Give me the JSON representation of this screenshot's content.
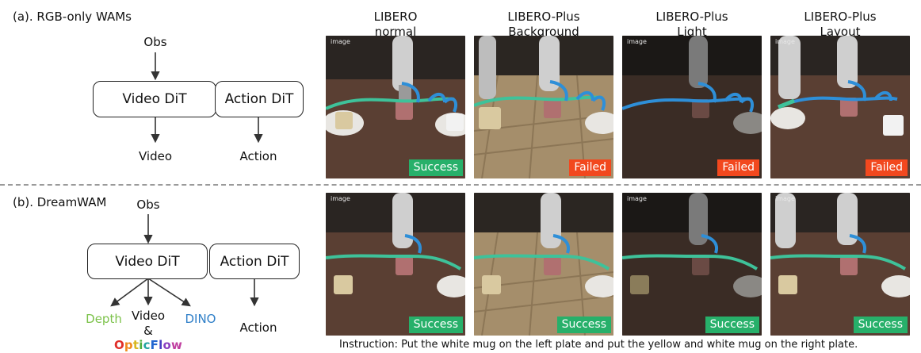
{
  "section_a": {
    "label": "(a). RGB-only WAMs",
    "obs": "Obs",
    "video_dit": "Video DiT",
    "action_dit": "Action DiT",
    "out_video": "Video",
    "out_action": "Action"
  },
  "section_b": {
    "label": "(b). DreamWAM",
    "obs": "Obs",
    "video_dit": "Video DiT",
    "action_dit": "Action DiT",
    "out_depth": "Depth",
    "out_video": "Video",
    "out_amp": "&",
    "out_dino": "DINO",
    "out_action": "Action",
    "opticflow_letters": [
      "O",
      "p",
      "t",
      "i",
      "c",
      "F",
      "l",
      "o",
      "w"
    ]
  },
  "colors": {
    "depth": "#7cc24a",
    "dino": "#2f7fc8",
    "success": "#27b06a",
    "failed": "#f2481e",
    "opticflow": [
      "#e0302a",
      "#f08a1e",
      "#d8b820",
      "#4cae3c",
      "#22a3a0",
      "#2266d0",
      "#4b3fc4",
      "#8a3fc0",
      "#c03fa0"
    ]
  },
  "columns": [
    {
      "line1": "LIBERO",
      "line2": "normal"
    },
    {
      "line1": "LIBERO-Plus",
      "line2": "Background"
    },
    {
      "line1": "LIBERO-Plus",
      "line2": "Light"
    },
    {
      "line1": "LIBERO-Plus",
      "line2": "Layout"
    }
  ],
  "image_tag": "image",
  "row_a_results": [
    "Success",
    "Failed",
    "Failed",
    "Failed"
  ],
  "row_b_results": [
    "Success",
    "Success",
    "Success",
    "Success"
  ],
  "instruction": "Instruction: Put the white mug on the left plate and put the yellow and white mug on the right plate."
}
